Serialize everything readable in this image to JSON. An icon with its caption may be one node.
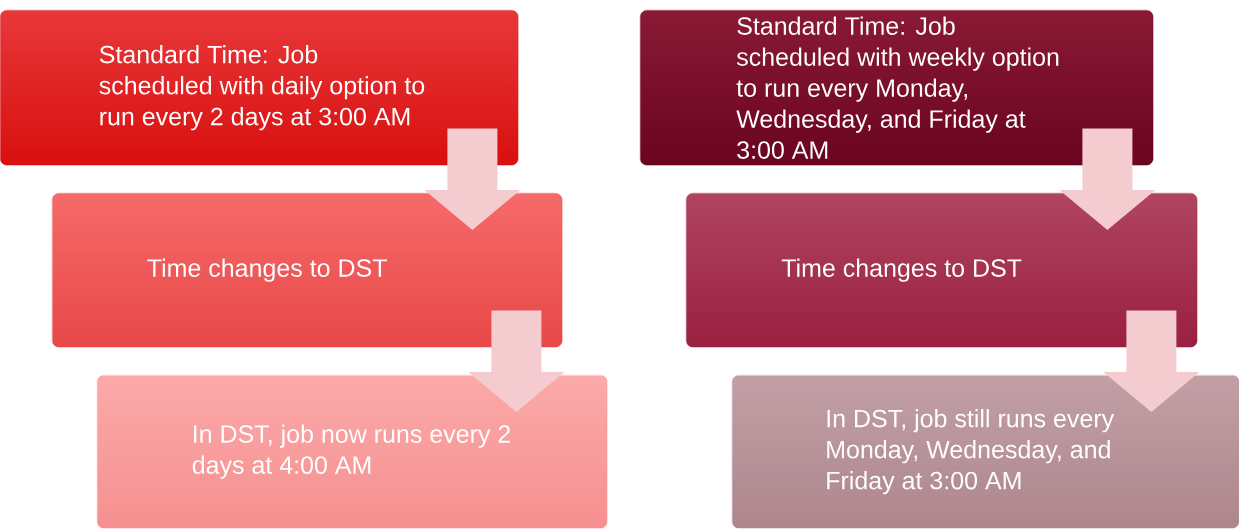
{
  "diagram": {
    "nodes": [
      {
        "text": [
          "Standard Time: Job scheduled with daily option to run every 2 days at 3:00 AM"
        ]
      },
      {
        "text": [
          "Time changes to DST"
        ]
      },
      {
        "text": [
          "In DST, job now runs every 2 days at 4:00 AM"
        ]
      },
      {
        "text": [
          "Standard Time: Job scheduled with weekly option to run every Monday, Wednesday, and Friday at 3:00 AM"
        ]
      },
      {
        "text": [
          "Time changes to DST"
        ]
      },
      {
        "text": [
          "In DST, job still runs every Monday, Wednesday, and Friday at 3:00 AM"
        ]
      }
    ],
    "edges": [
      {
        "from": 0,
        "to": 1,
        "arrow": "to"
      },
      {
        "from": 1,
        "to": 2,
        "arrow": "to"
      },
      {
        "from": 3,
        "to": 4,
        "arrow": "to"
      },
      {
        "from": 4,
        "to": 5,
        "arrow": "to"
      }
    ]
  }
}
